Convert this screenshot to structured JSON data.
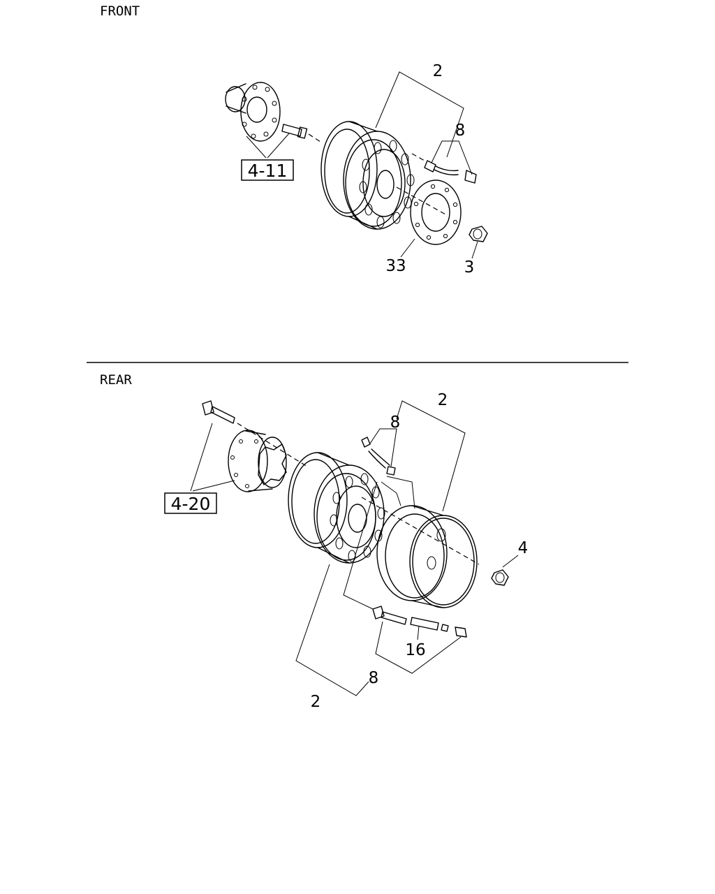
{
  "sections": {
    "front": {
      "title": "FRONT",
      "ref_box": "4-11",
      "callouts": {
        "wheel": "2",
        "valve": "8",
        "ring": "33",
        "nut": "3"
      }
    },
    "rear": {
      "title": "REAR",
      "ref_box": "4-20",
      "callouts": {
        "wheel_top": "2",
        "valve_top": "8",
        "nut": "4",
        "extension": "16",
        "valve_bottom": "8",
        "wheel_bottom": "2"
      }
    }
  }
}
